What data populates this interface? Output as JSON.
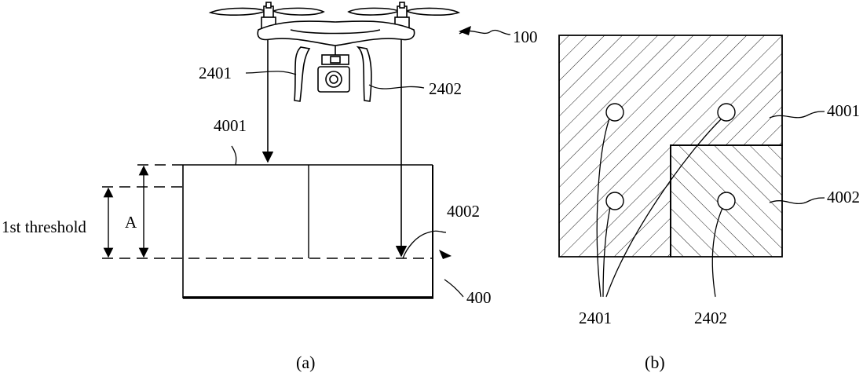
{
  "figure_a": {
    "caption": "(a)",
    "labels": {
      "drone": "100",
      "sensor_left": "2401",
      "sensor_right": "2402",
      "surface_top": "4001",
      "surface_bottom": "4002",
      "container": "400",
      "threshold": "1st threshold",
      "distance": "A"
    }
  },
  "figure_b": {
    "caption": "(b)",
    "labels": {
      "region_upper": "4001",
      "region_lower": "4002",
      "sensors_group_1": "2401",
      "sensors_group_2": "2402"
    }
  }
}
